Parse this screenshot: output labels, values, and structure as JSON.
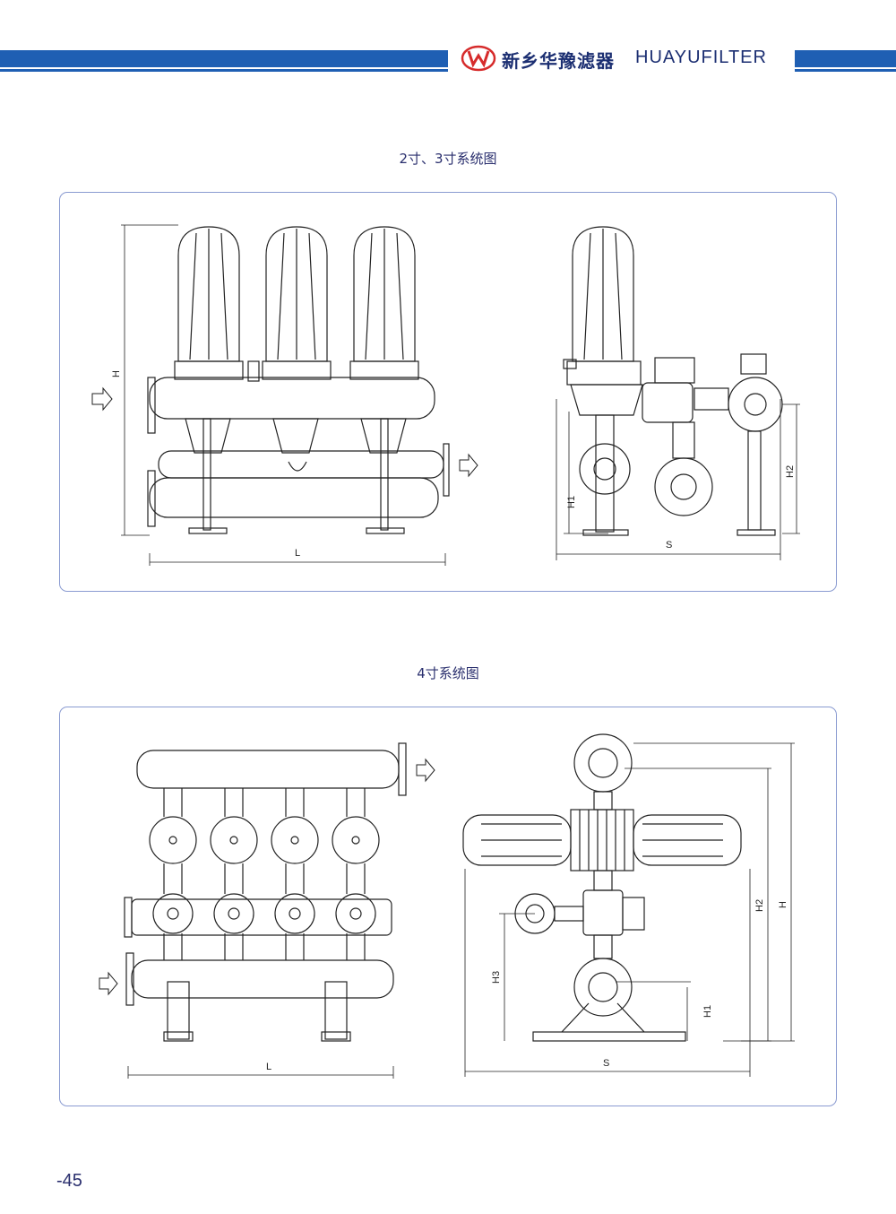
{
  "header": {
    "brand_cn": "新乡华豫滤器",
    "brand_en": "HUAYUFILTER",
    "accent_color": "#1f5fb3",
    "logo_icon": "huayu-logo-icon"
  },
  "sections": [
    {
      "caption": "2寸、3寸系统图",
      "labels": {
        "h": "H",
        "l": "L",
        "h1": "H1",
        "h2": "H2",
        "s": "S"
      }
    },
    {
      "caption": "4寸系统图",
      "labels": {
        "l": "L",
        "h3": "H3",
        "h1": "H1",
        "h2": "H2",
        "h": "H",
        "s": "S"
      }
    }
  ],
  "footer": {
    "page_number": "-45"
  }
}
